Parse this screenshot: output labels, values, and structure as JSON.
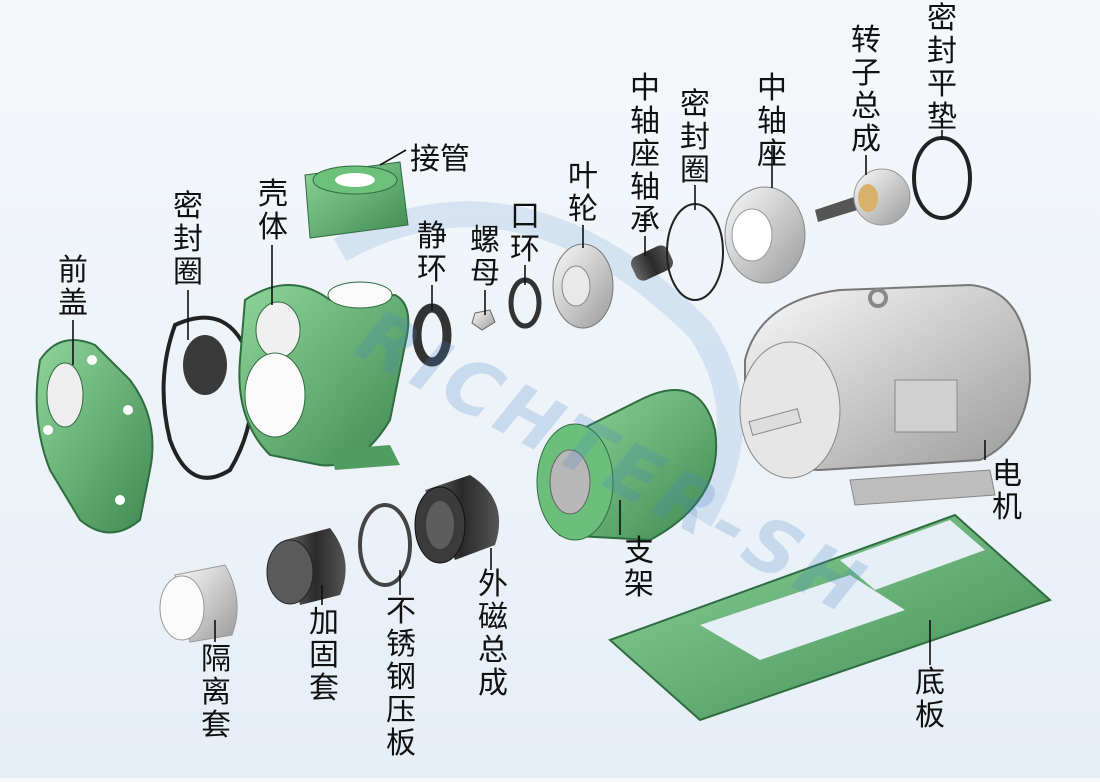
{
  "labels": {
    "front_cover": "前盖",
    "seal_ring_left": "密封圈",
    "casing": "壳体",
    "pipe": "接管",
    "static_ring": "静环",
    "nut": "螺母",
    "mouth_ring": "口环",
    "impeller": "叶轮",
    "mid_bearing": "中轴座轴承",
    "seal_ring_mid": "密封圈",
    "mid_seat": "中轴座",
    "rotor_assembly": "转子总成",
    "seal_gasket": "密封平垫",
    "motor": "电机",
    "bracket": "支架",
    "base_plate": "底板",
    "outer_magnet": "外磁总成",
    "steel_plate": "不锈钢压板",
    "reinforce_sleeve": "加固套",
    "isolation_sleeve": "隔离套"
  },
  "watermark": "RICHTER-SH",
  "colors": {
    "green": "#5fb571",
    "green_dark": "#3f8a52",
    "gray": "#c8c8c8",
    "white": "#f4f4f4",
    "black_ring": "#3a3a3a",
    "leader": "#111111"
  }
}
